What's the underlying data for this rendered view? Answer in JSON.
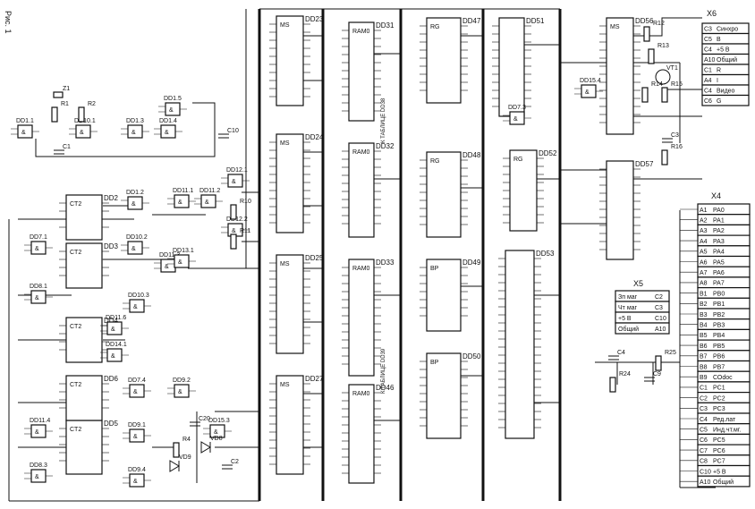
{
  "page_label": "Рис. 1",
  "colors": {
    "ink": "#111111",
    "paper": "#ffffff"
  },
  "chips": [
    {
      "ref": "DD23",
      "fn": "MS"
    },
    {
      "ref": "DD24",
      "fn": "MS"
    },
    {
      "ref": "DD25",
      "fn": "MS"
    },
    {
      "ref": "DD27",
      "fn": "MS"
    },
    {
      "ref": "DD31",
      "fn": "RAM0"
    },
    {
      "ref": "DD32",
      "fn": "RAM0"
    },
    {
      "ref": "DD33",
      "fn": "RAM0"
    },
    {
      "ref": "DD46",
      "fn": "RAM0"
    },
    {
      "ref": "DD47",
      "fn": "RG"
    },
    {
      "ref": "DD48",
      "fn": "RG"
    },
    {
      "ref": "DD49",
      "fn": "BP"
    },
    {
      "ref": "DD50",
      "fn": "BP"
    },
    {
      "ref": "DD51",
      "fn": ""
    },
    {
      "ref": "DD52",
      "fn": "RG"
    },
    {
      "ref": "DD53",
      "fn": ""
    },
    {
      "ref": "DD56",
      "fn": "MS"
    },
    {
      "ref": "DD57",
      "fn": ""
    },
    {
      "ref": "DD2",
      "fn": "CT2"
    },
    {
      "ref": "DD3",
      "fn": "CT2"
    },
    {
      "ref": "DD4",
      "fn": "CT2"
    },
    {
      "ref": "DD5",
      "fn": "CT2"
    },
    {
      "ref": "DD6",
      "fn": "CT2"
    }
  ],
  "gates": [
    "DD1.1",
    "DD1.2",
    "DD1.3",
    "DD1.4",
    "DD1.5",
    "DD11.1",
    "DD11.2",
    "DD10.2",
    "DD11.3",
    "DD13.1",
    "DD12.1",
    "DD12.2",
    "DD7.1",
    "DD8.1",
    "DD9.1",
    "DD9.2",
    "DD7.4",
    "DD10.3",
    "DD14.1",
    "DD11.4",
    "DD8.3",
    "DD15.3",
    "DD10.1",
    "DD7.3",
    "DD15.4",
    "DD11.6",
    "DD9.4"
  ],
  "component_labels": [
    "Z1",
    "R1",
    "R2",
    "C1",
    "R10",
    "R11",
    "R4",
    "VD8",
    "VD9",
    "C20",
    "C2",
    "R12",
    "R13",
    "R14",
    "R15",
    "R16",
    "VT1",
    "C3",
    "C4",
    "R25",
    "R24",
    "C9",
    "C10",
    "+5V"
  ],
  "vertical_notes": [
    "К ТАБЛИЦЕ DD38",
    "К ТАБЛИЦЕ DD39"
  ],
  "x6": {
    "ref": "X6",
    "pins": [
      "C3",
      "C5",
      "C4",
      "A10",
      "C1",
      "A4",
      "C4",
      "C6"
    ],
    "signals": [
      "Синхро",
      "B",
      "+5 B",
      "Общий",
      "R",
      "I",
      "Видео",
      "G"
    ]
  },
  "x5": {
    "ref": "X5",
    "rows": [
      {
        "label": "Зп маг",
        "pin": "C2"
      },
      {
        "label": "Чт маг",
        "pin": "C3"
      },
      {
        "label": "+5 B",
        "pin": "C10"
      },
      {
        "label": "Общий",
        "pin": "A10"
      }
    ]
  },
  "x4": {
    "ref": "X4",
    "pins": [
      "A1",
      "A2",
      "A3",
      "A4",
      "A5",
      "A6",
      "A7",
      "A8",
      "B1",
      "B2",
      "B3",
      "B4",
      "B5",
      "B6",
      "B7",
      "B8",
      "B9",
      "C1",
      "C2",
      "C3",
      "C4",
      "C5",
      "C6",
      "C7",
      "C8",
      "C10",
      "A10"
    ],
    "signals": [
      "PA0",
      "PA1",
      "PA2",
      "PA3",
      "PA4",
      "PA5",
      "PA6",
      "PA7",
      "PB0",
      "PB1",
      "PB2",
      "PB3",
      "PB4",
      "PB5",
      "PB6",
      "PB7",
      "СОdос",
      "PC1",
      "PC2",
      "PC3",
      "Ред.лат",
      "Инд.чт.мг.",
      "PC5",
      "PC6",
      "PC7",
      "+5 B",
      "Общий"
    ]
  }
}
